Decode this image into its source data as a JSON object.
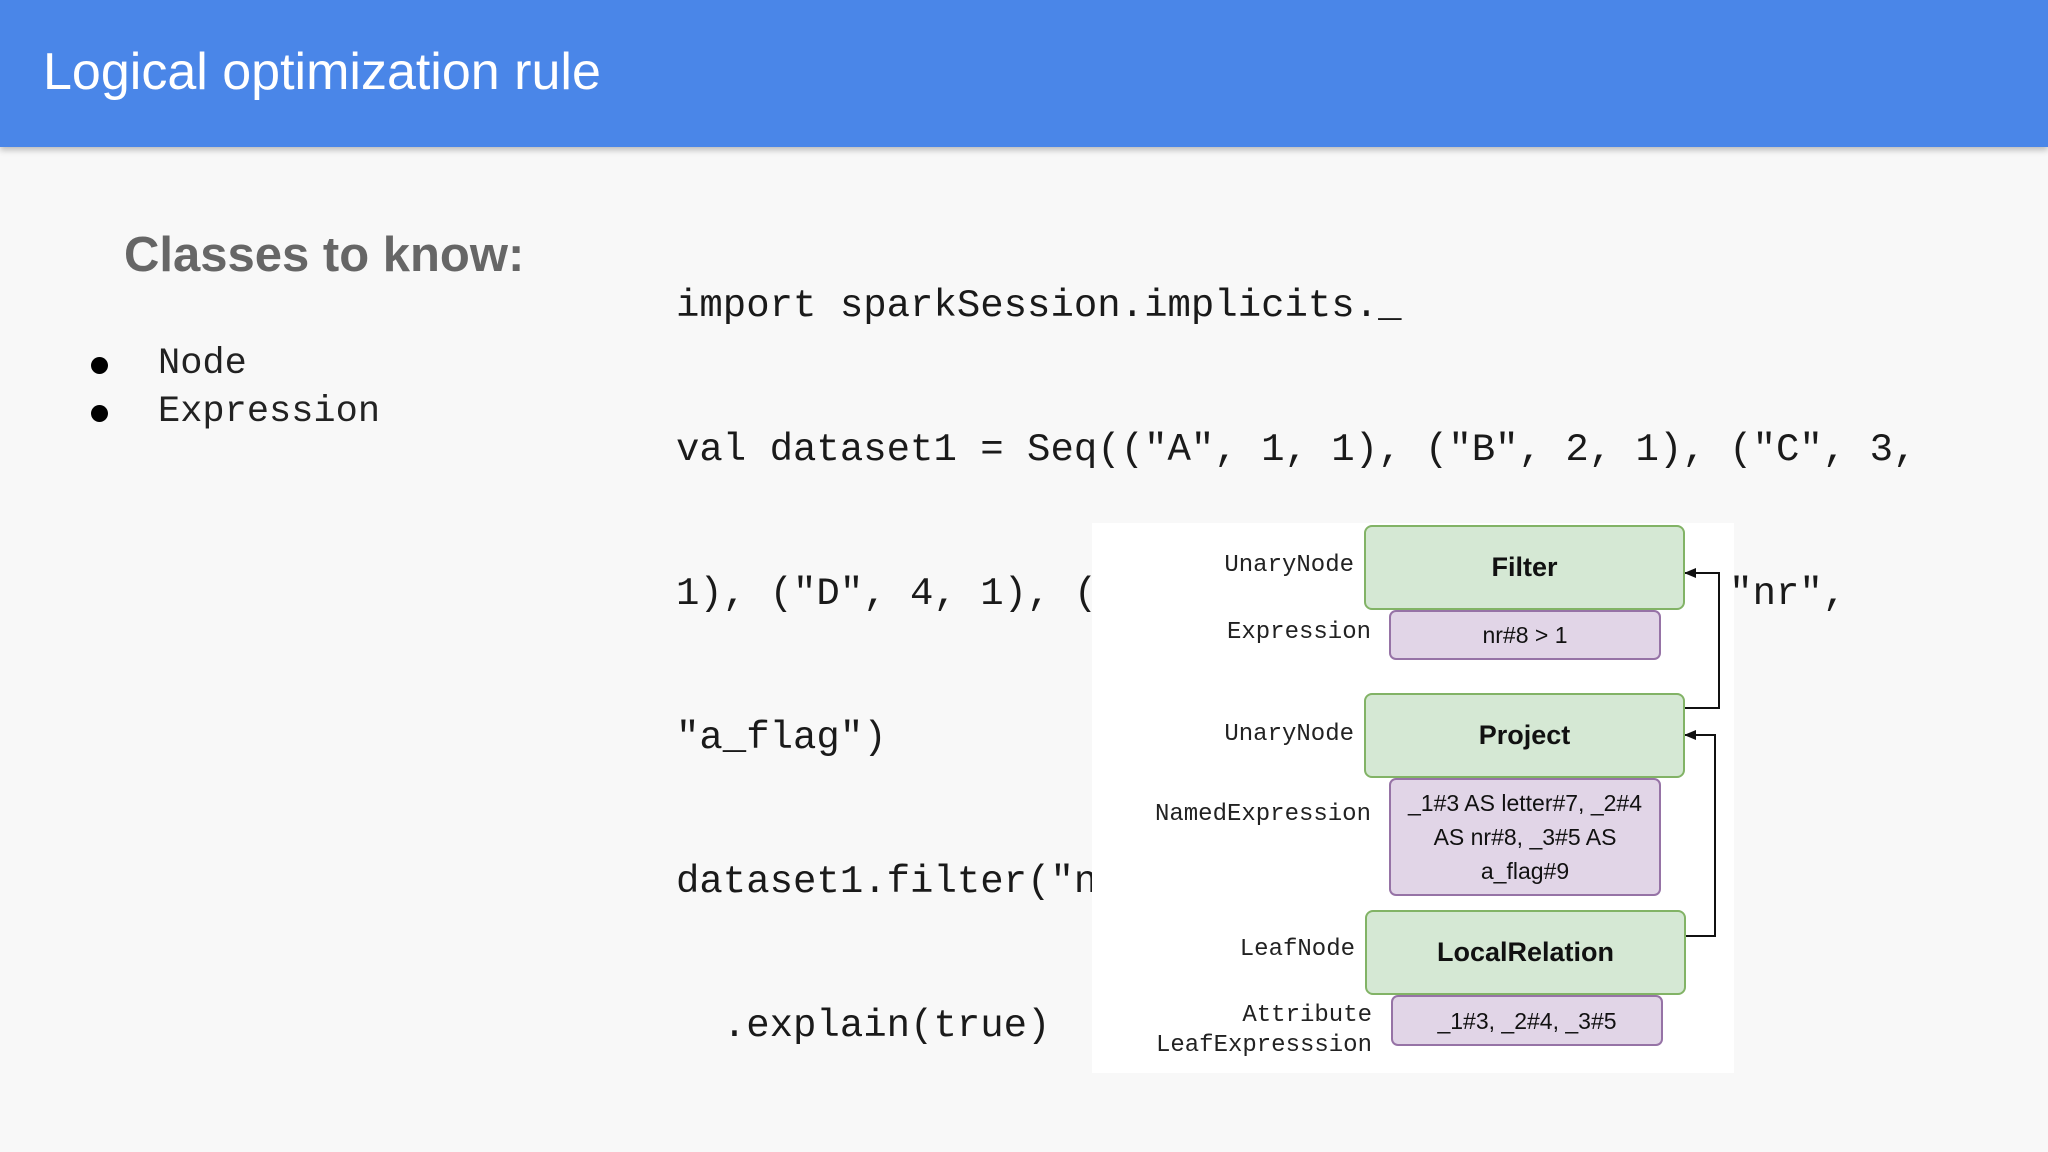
{
  "header": {
    "title": "Logical optimization rule"
  },
  "left": {
    "heading": "Classes to know:",
    "bullets": [
      "Node",
      "Expression"
    ]
  },
  "code": {
    "lines": [
      "import sparkSession.implicits._",
      "val dataset1 = Seq((\"A\", 1, 1), (\"B\", 2, 1), (\"C\", 3,",
      "1), (\"D\", 4, 1), (\"E\", 5, 1)).toDF(\"letter\", \"nr\",",
      "\"a_flag\")",
      "dataset1.filter(\"nr > 1\")",
      "  .explain(true)"
    ]
  },
  "diagram": {
    "labels": {
      "filter_node": "UnaryNode",
      "filter_expr": "Expression",
      "project_node": "UnaryNode",
      "project_expr": "NamedExpression",
      "relation_node": "LeafNode",
      "relation_expr_line1": "Attribute",
      "relation_expr_line2": "LeafExpresssion"
    },
    "nodes": {
      "filter": "Filter",
      "project": "Project",
      "relation": "LocalRelation"
    },
    "expressions": {
      "filter": "nr#8 > 1",
      "project": "_1#3 AS letter#7, _2#4 AS nr#8, _3#5 AS a_flag#9",
      "relation": "_1#3, _2#4, _3#5"
    },
    "colors": {
      "node_fill": "#d5e8d4",
      "node_border": "#82b366",
      "expr_fill": "#e1d5e7",
      "expr_border": "#9673a6"
    }
  }
}
